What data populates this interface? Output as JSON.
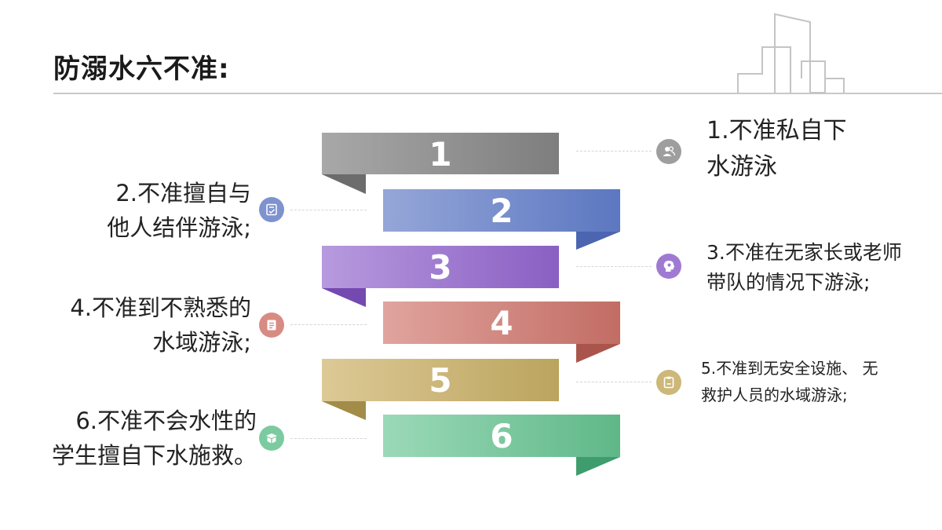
{
  "title": "防溺水六不准:",
  "colors": {
    "gray": "#8f8f8f",
    "blue": "#6f86c8",
    "purple": "#9a73cc",
    "red": "#cf8078",
    "tan": "#c9b374",
    "green": "#75c49b"
  },
  "ribbons": [
    {
      "number": "1",
      "color": "gray"
    },
    {
      "number": "2",
      "color": "blue"
    },
    {
      "number": "3",
      "color": "purple"
    },
    {
      "number": "4",
      "color": "red"
    },
    {
      "number": "5",
      "color": "tan"
    },
    {
      "number": "6",
      "color": "green"
    }
  ],
  "items": [
    {
      "id": 1,
      "side": "right",
      "icon": "users-icon",
      "lines": [
        "1.不准私自下",
        "水游泳"
      ]
    },
    {
      "id": 2,
      "side": "left",
      "icon": "checklist-icon",
      "lines": [
        "2.不准擅自与",
        "他人结伴游泳;"
      ]
    },
    {
      "id": 3,
      "side": "right",
      "icon": "idea-head-icon",
      "lines": [
        "3.不准在无家长或老师",
        "带队的情况下游泳;"
      ]
    },
    {
      "id": 4,
      "side": "left",
      "icon": "document-icon",
      "lines": [
        "4.不准到不熟悉的",
        "水域游泳;"
      ]
    },
    {
      "id": 5,
      "side": "right",
      "icon": "clipboard-icon",
      "lines": [
        "5.不准到无安全设施、 无",
        "救护人员的水域游泳;"
      ]
    },
    {
      "id": 6,
      "side": "left",
      "icon": "box-icon",
      "lines": [
        "6.不准不会水性的",
        "学生擅自下水施救。"
      ]
    }
  ]
}
